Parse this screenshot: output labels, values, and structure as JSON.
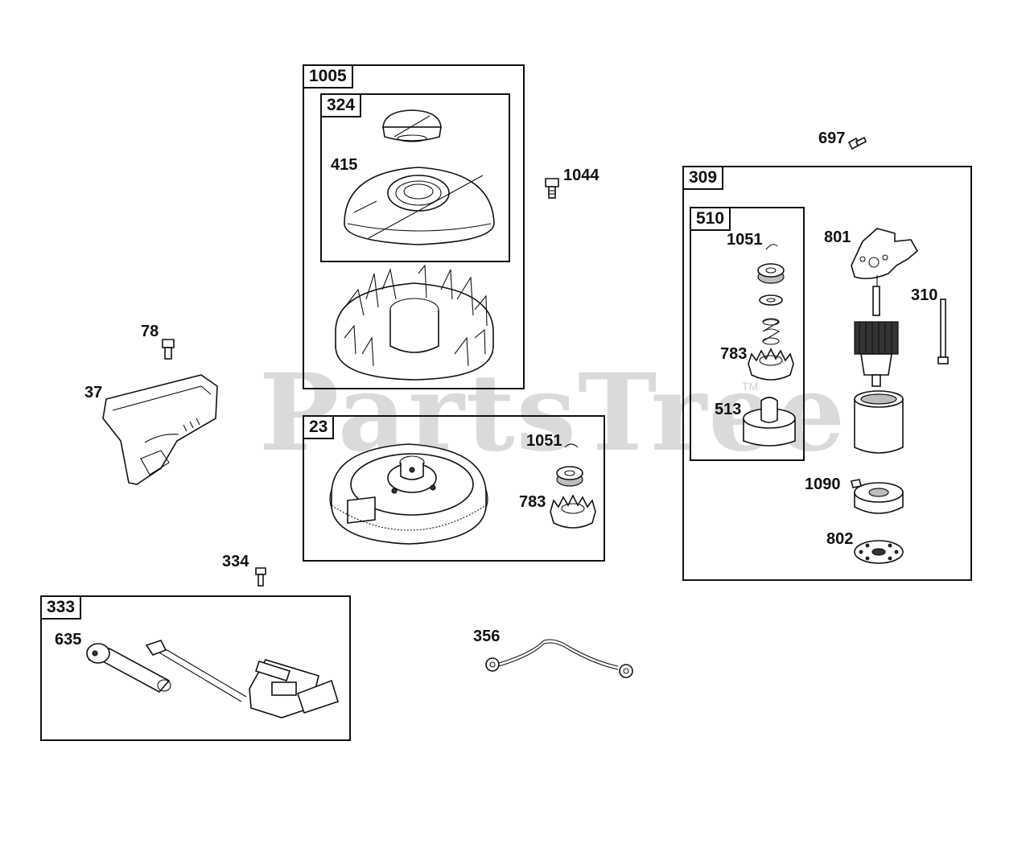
{
  "watermark": {
    "brand": "PartsTree",
    "trademark": "TM"
  },
  "groups": [
    {
      "id": "group-1005",
      "label": "1005"
    },
    {
      "id": "group-324",
      "label": "324"
    },
    {
      "id": "group-23",
      "label": "23"
    },
    {
      "id": "group-309",
      "label": "309"
    },
    {
      "id": "group-510",
      "label": "510"
    },
    {
      "id": "group-333",
      "label": "333"
    }
  ],
  "callouts": {
    "c415": "415",
    "c1044": "1044",
    "c697": "697",
    "c1051a": "1051",
    "c801": "801",
    "c310": "310",
    "c783a": "783",
    "c513": "513",
    "c78": "78",
    "c37": "37",
    "c1051b": "1051",
    "c783b": "783",
    "c1090": "1090",
    "c802": "802",
    "c334": "334",
    "c635": "635",
    "c356": "356"
  },
  "parts": [
    "oil-fill-cap",
    "fan-cover-screen",
    "flywheel-fan",
    "bolt",
    "bolt-small",
    "air-guide-shroud",
    "flywheel",
    "starter-clutch-spacer",
    "starter-pinion-gear",
    "starter-bracket",
    "starter-through-bolt",
    "starter-armature",
    "starter-housing",
    "starter-end-cap",
    "starter-drive-plate",
    "ignition-armature",
    "spark-plug-boot",
    "ground-wire",
    "retaining-ring",
    "thrust-washer",
    "spring",
    "helix-drive"
  ]
}
